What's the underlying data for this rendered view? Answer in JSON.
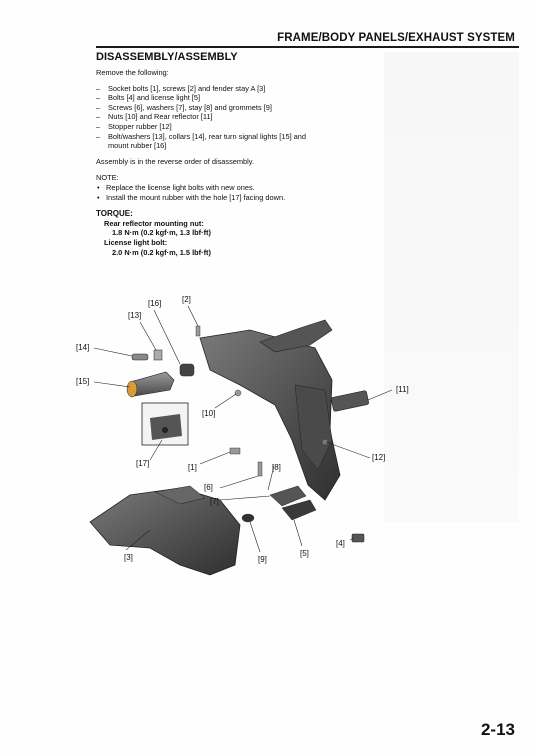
{
  "header": {
    "section_title": "FRAME/BODY PANELS/EXHAUST SYSTEM"
  },
  "heading": "DISASSEMBLY/ASSEMBLY",
  "intro": "Remove the following:",
  "steps": [
    "Socket bolts [1], screws [2] and fender stay A [3]",
    "Bolts [4] and license light [5]",
    "Screws [6], washers [7], stay [8] and grommets [9]",
    "Nuts [10] and Rear reflector [11]",
    "Stopper rubber [12]",
    "Bolt/washers [13], collars [14], rear turn signal lights [15] and mount rubber [16]"
  ],
  "reverse_note": "Assembly is in the reverse order of disassembly.",
  "note_label": "NOTE:",
  "notes": [
    "Replace the license light bolts with new ones.",
    "Install the mount rubber with the hole [17] facing down."
  ],
  "torque": {
    "label": "TORQUE:",
    "items": [
      {
        "name": "Rear reflector mounting nut:",
        "value": "1.8 N·m (0.2 kgf·m, 1.3 lbf·ft)"
      },
      {
        "name": "License light bolt:",
        "value": "2.0 N·m (0.2 kgf·m, 1.5 lbf·ft)"
      }
    ]
  },
  "callouts": {
    "c16": "[16]",
    "c2": "[2]",
    "c13": "[13]",
    "c14": "[14]",
    "c15": "[15]",
    "c11": "[11]",
    "c10": "[10]",
    "c17": "[17]",
    "c1": "[1]",
    "c8": "[8]",
    "c12": "[12]",
    "c6": "[6]",
    "c7": "[7]",
    "c4": "[4]",
    "c3": "[3]",
    "c9": "[9]",
    "c5": "[5]"
  },
  "colors": {
    "part_dark": "#3d3d3d",
    "part_mid": "#6b6b6b",
    "part_light": "#a8a8a8",
    "rule": "#1a1a1a"
  },
  "page_number": "2-13"
}
